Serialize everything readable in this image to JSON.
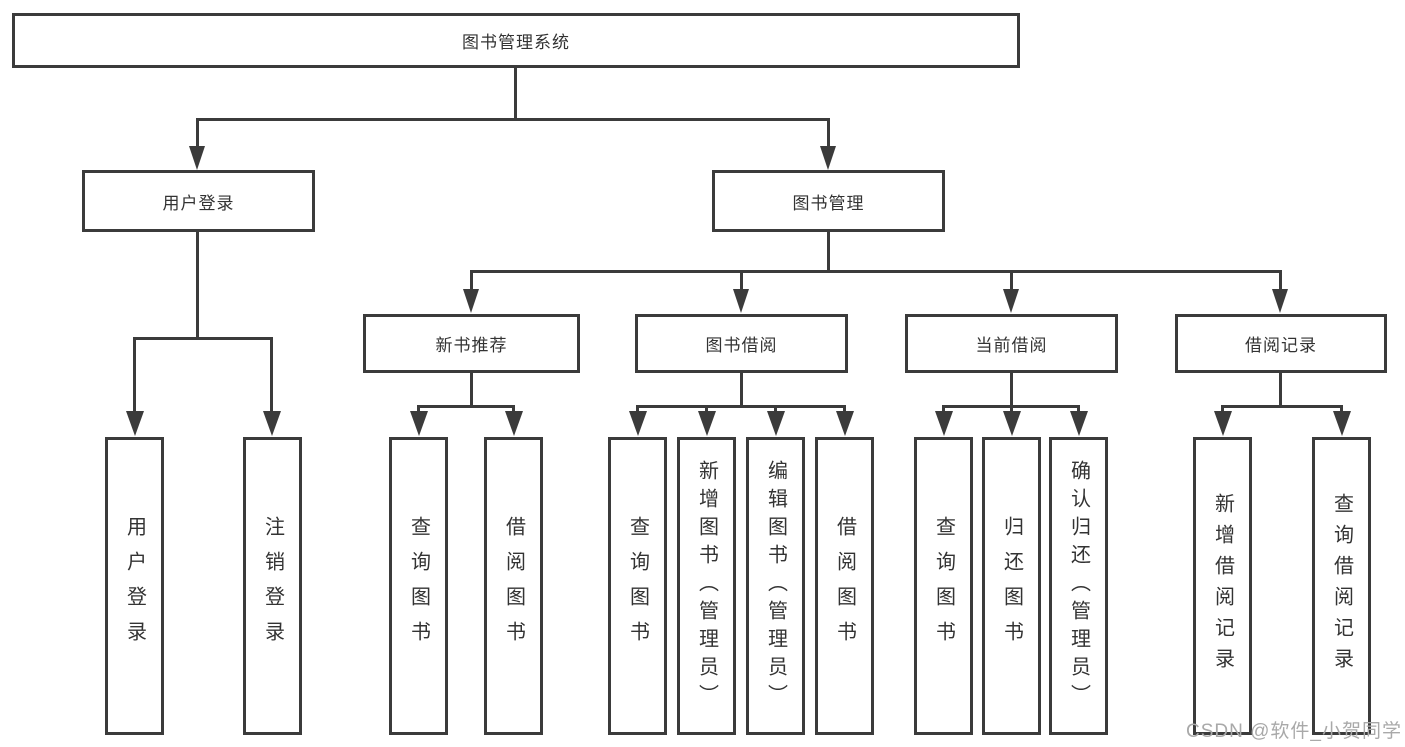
{
  "colors": {
    "line": "#3b3b3b",
    "text": "#333333",
    "watermark": "#a9a9a9",
    "background": "#ffffff"
  },
  "watermark": {
    "text": "CSDN @软件_小贺同学"
  },
  "tree": {
    "root": {
      "label": "图书管理系统"
    },
    "children": [
      {
        "label": "用户登录",
        "children": [
          {
            "label": "用户登录"
          },
          {
            "label": "注销登录"
          }
        ]
      },
      {
        "label": "图书管理",
        "children": [
          {
            "label": "新书推荐",
            "children": [
              {
                "label": "查询图书"
              },
              {
                "label": "借阅图书"
              }
            ]
          },
          {
            "label": "图书借阅",
            "children": [
              {
                "label": "查询图书"
              },
              {
                "label": "新增图书（管理员）"
              },
              {
                "label": "编辑图书（管理员）"
              },
              {
                "label": "借阅图书"
              }
            ]
          },
          {
            "label": "当前借阅",
            "children": [
              {
                "label": "查询图书"
              },
              {
                "label": "归还图书"
              },
              {
                "label": "确认归还（管理员）"
              }
            ]
          },
          {
            "label": "借阅记录",
            "children": [
              {
                "label": "新增借阅记录"
              },
              {
                "label": "查询借阅记录"
              }
            ]
          }
        ]
      }
    ]
  }
}
